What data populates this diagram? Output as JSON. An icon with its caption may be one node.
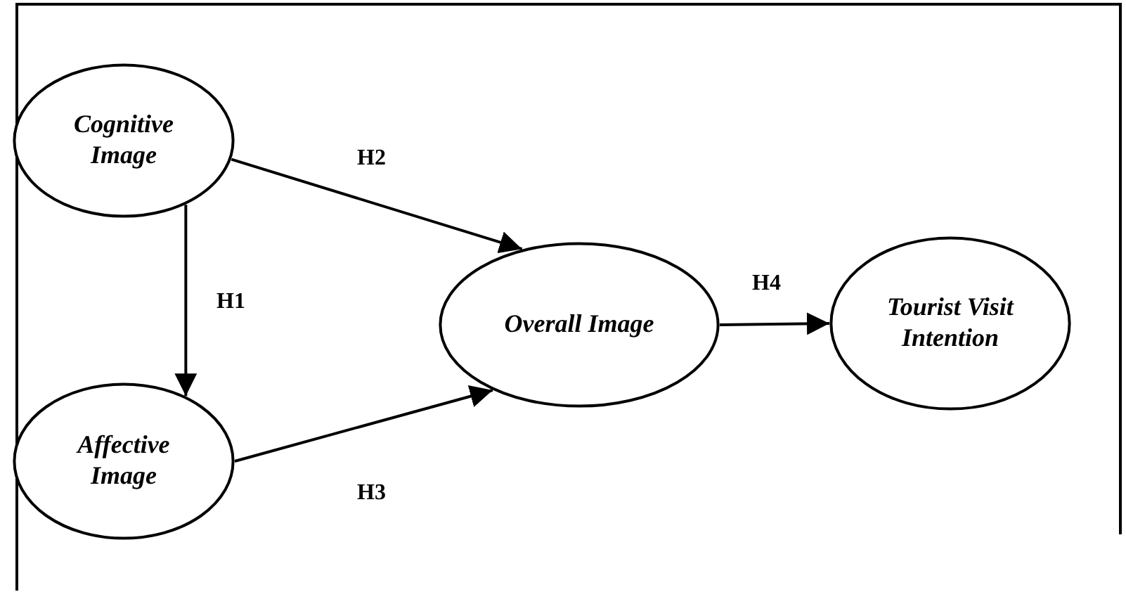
{
  "diagram": {
    "nodes": [
      {
        "text": [
          "Cognitive Image"
        ]
      },
      {
        "text": [
          "Affective Image"
        ]
      },
      {
        "text": [
          "Overall Image"
        ]
      },
      {
        "text": [
          "Tourist Visit Intention"
        ]
      }
    ],
    "edges": [
      {
        "from": 0,
        "to": 1,
        "arrow": "to",
        "label": "H1"
      },
      {
        "from": 0,
        "to": 2,
        "arrow": "to",
        "label": "H2"
      },
      {
        "from": 1,
        "to": 2,
        "arrow": "to",
        "label": "H3"
      },
      {
        "from": 2,
        "to": 3,
        "arrow": "to",
        "label": "H4"
      }
    ]
  }
}
